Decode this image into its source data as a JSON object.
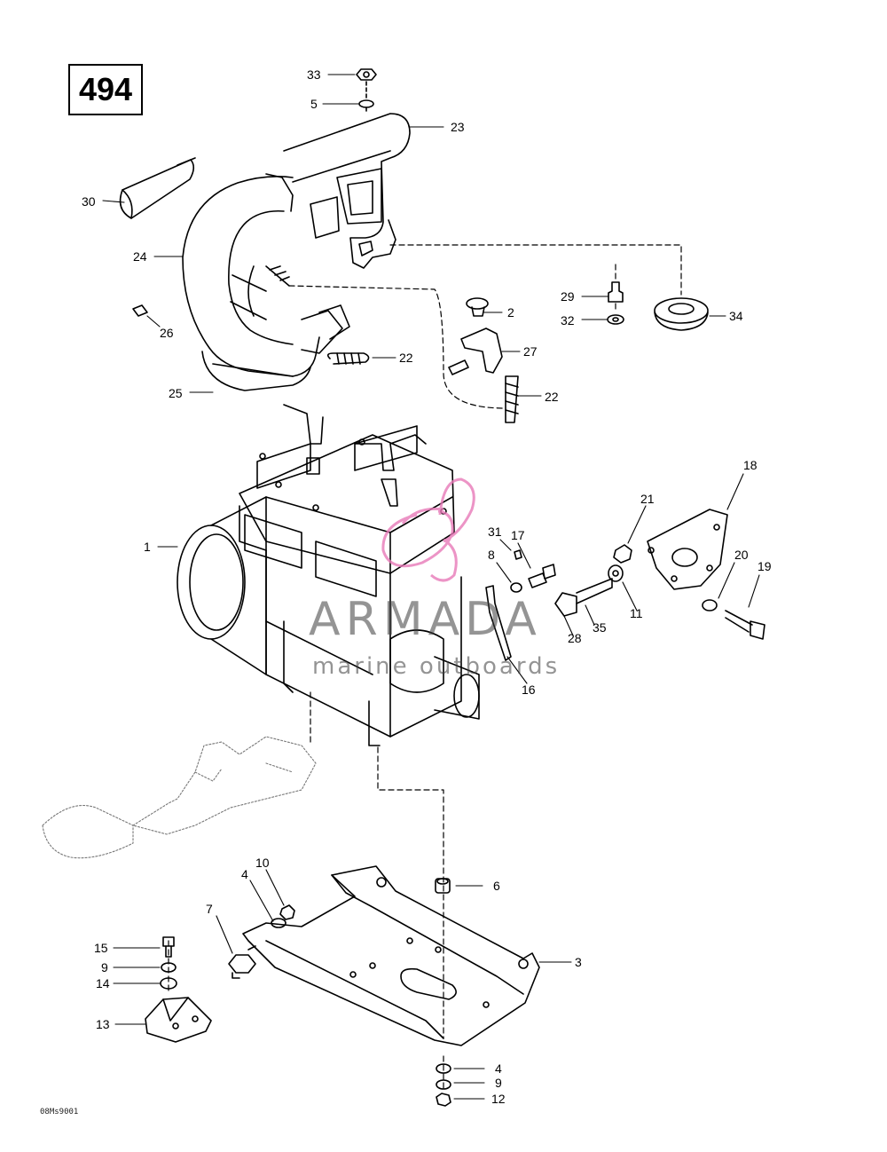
{
  "page_number": "494",
  "reference_code": "08Ms9001",
  "watermark": {
    "title": "ARMADA",
    "subtitle": "marine outboards",
    "logo_color": "#e87ab8"
  },
  "callouts": [
    "33",
    "5",
    "23",
    "30",
    "24",
    "26",
    "25",
    "2",
    "27",
    "29",
    "32",
    "34",
    "22",
    "22",
    "1",
    "18",
    "21",
    "31",
    "17",
    "8",
    "20",
    "19",
    "11",
    "28",
    "35",
    "16",
    "10",
    "4",
    "7",
    "6",
    "15",
    "9",
    "14",
    "13",
    "3",
    "4",
    "9",
    "12"
  ]
}
